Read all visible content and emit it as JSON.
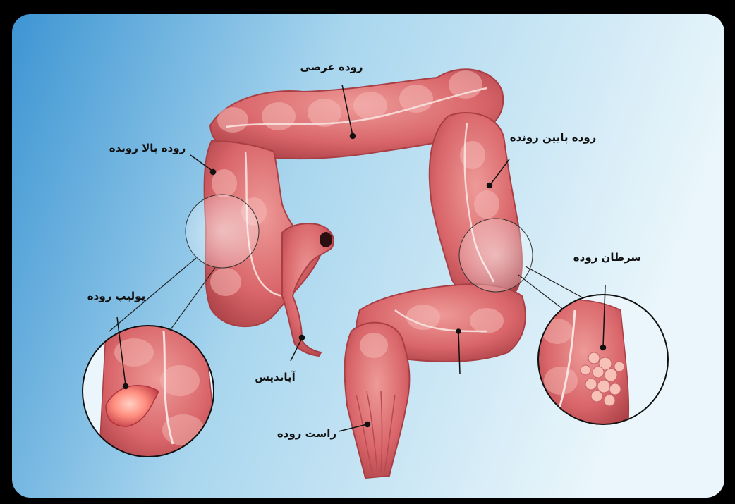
{
  "labels": {
    "transverse_colon": "روده عرضی",
    "ascending_colon": "روده بالا رونده",
    "descending_colon": "روده پایین رونده",
    "colon_cancer": "سرطان روده",
    "polyp": "پولیپ روده",
    "appendix": "آپاندیس",
    "rectum": "راست روده"
  },
  "colors": {
    "frame": "#000000",
    "bg_left": "#3d95d3",
    "bg_right": "#eaf6fb",
    "tissue": "#d9666a",
    "tissue_dark": "#a93f45",
    "tissue_light": "#f2b3b0",
    "polyp": "#ff8f80",
    "leader": "#111111"
  }
}
